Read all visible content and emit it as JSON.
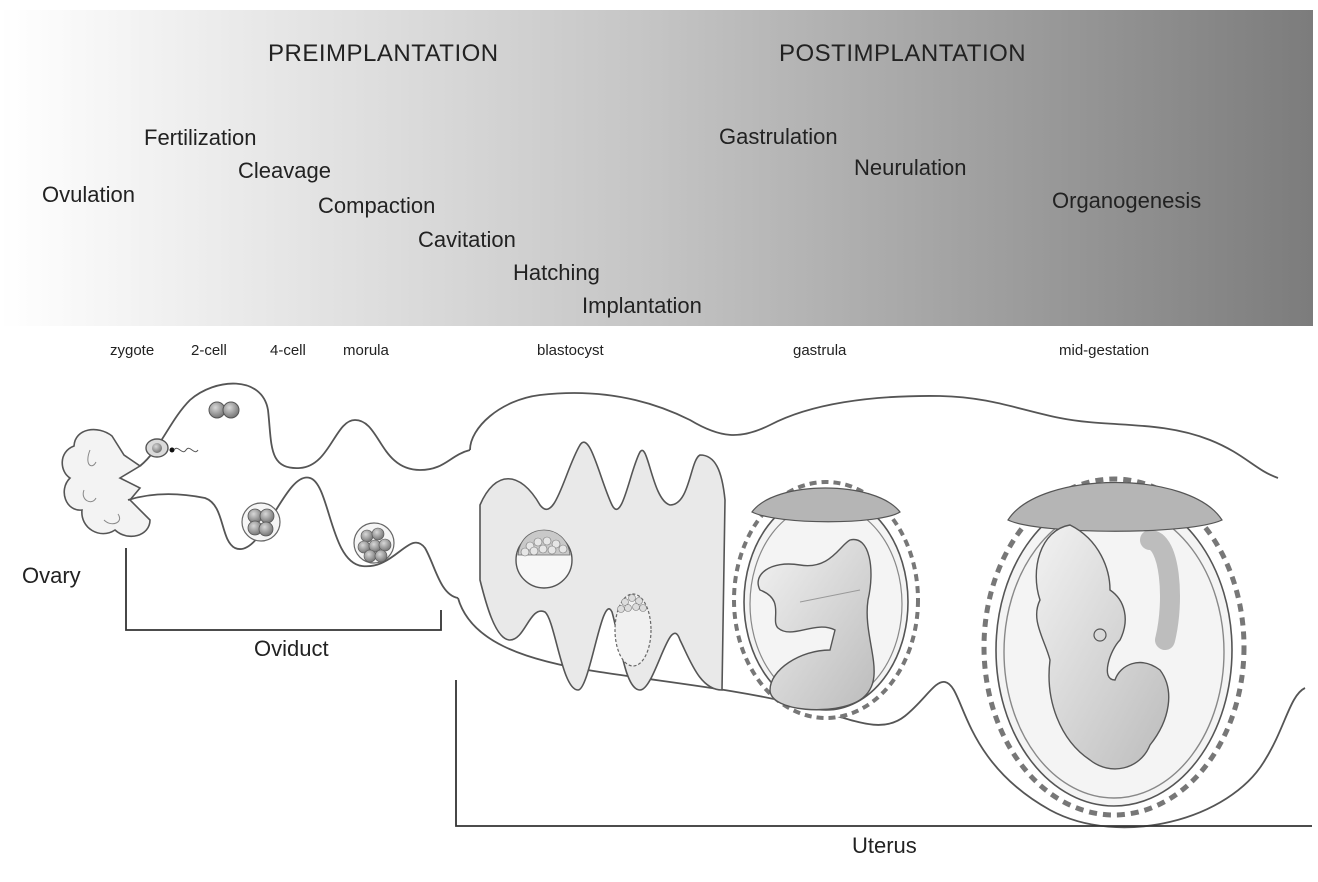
{
  "phases": {
    "pre": "PREIMPLANTATION",
    "post": "POSTIMPLANTATION"
  },
  "events": {
    "ovulation": "Ovulation",
    "fertilization": "Fertilization",
    "cleavage": "Cleavage",
    "compaction": "Compaction",
    "cavitation": "Cavitation",
    "hatching": "Hatching",
    "implantation": "Implantation",
    "gastrulation": "Gastrulation",
    "neurulation": "Neurulation",
    "organogenesis": "Organogenesis"
  },
  "stages": {
    "zygote": "zygote",
    "two_cell": "2-cell",
    "four_cell": "4-cell",
    "morula": "morula",
    "blastocyst": "blastocyst",
    "gastrula": "gastrula",
    "mid_gestation": "mid-gestation"
  },
  "organs": {
    "ovary": "Ovary",
    "oviduct": "Oviduct",
    "uterus": "Uterus"
  },
  "colors": {
    "outline": "#555555",
    "fill_light": "#e8e8e8",
    "fill_mid": "#bdbdbd",
    "fill_dark": "#8f8f8f"
  }
}
